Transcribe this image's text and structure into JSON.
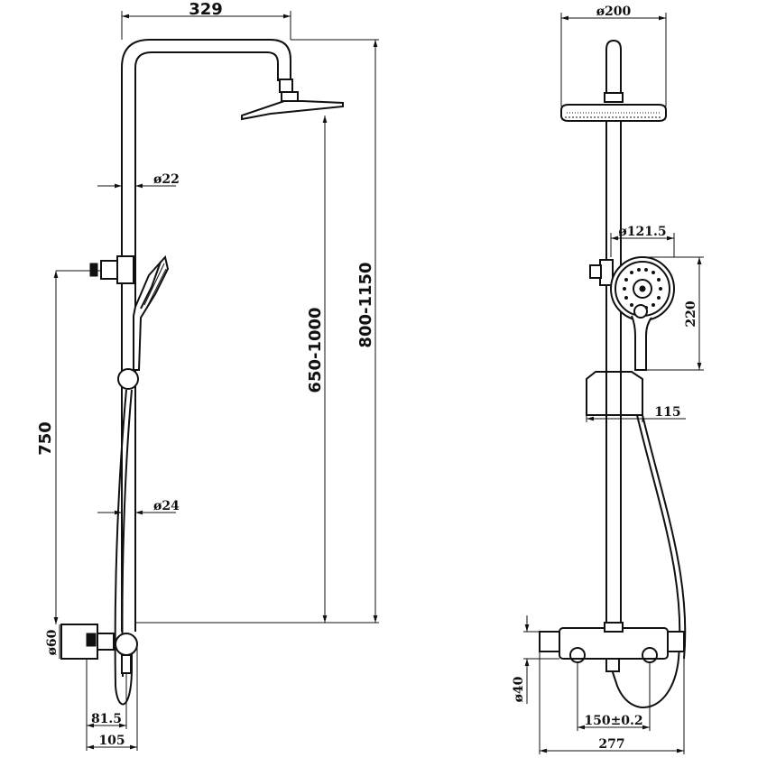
{
  "dimensions": {
    "overhead_reach": "329",
    "head_diameter_top": "ø200",
    "pipe_upper_diameter": "ø22",
    "pipe_lower_diameter": "ø24",
    "holder_height": "750",
    "head_height_range": "650-1000",
    "total_height_range": "800-1150",
    "handset_diameter": "ø121.5",
    "handset_length": "220",
    "holder_offset": "115",
    "outlet_diameter": "ø60",
    "outlet_depth": "81.5",
    "outlet_width": "105",
    "valve_height": "ø40",
    "valve_spacing": "150±0.2",
    "valve_width": "277"
  }
}
